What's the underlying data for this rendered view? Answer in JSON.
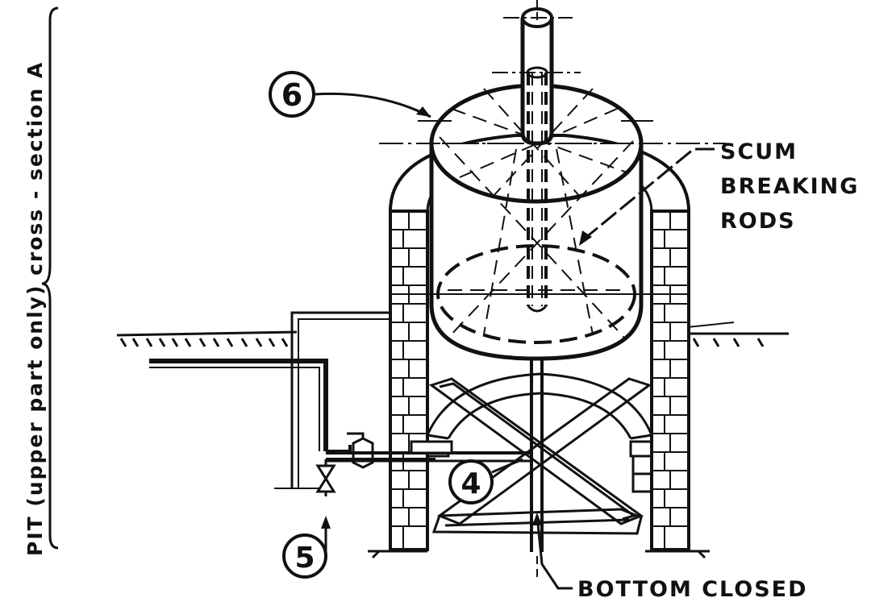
{
  "side_label": "PIT (upper part only) cross - section A",
  "callouts": {
    "gas_holder": "6",
    "stirrer": "4",
    "inlet_valve": "5"
  },
  "labels": {
    "scum_line1": "SCUM",
    "scum_line2": "BREAKING",
    "scum_line3": "RODS",
    "bottom_closed": "BOTTOM CLOSED"
  },
  "colors": {
    "ink": "#111111",
    "paper": "#ffffff"
  }
}
